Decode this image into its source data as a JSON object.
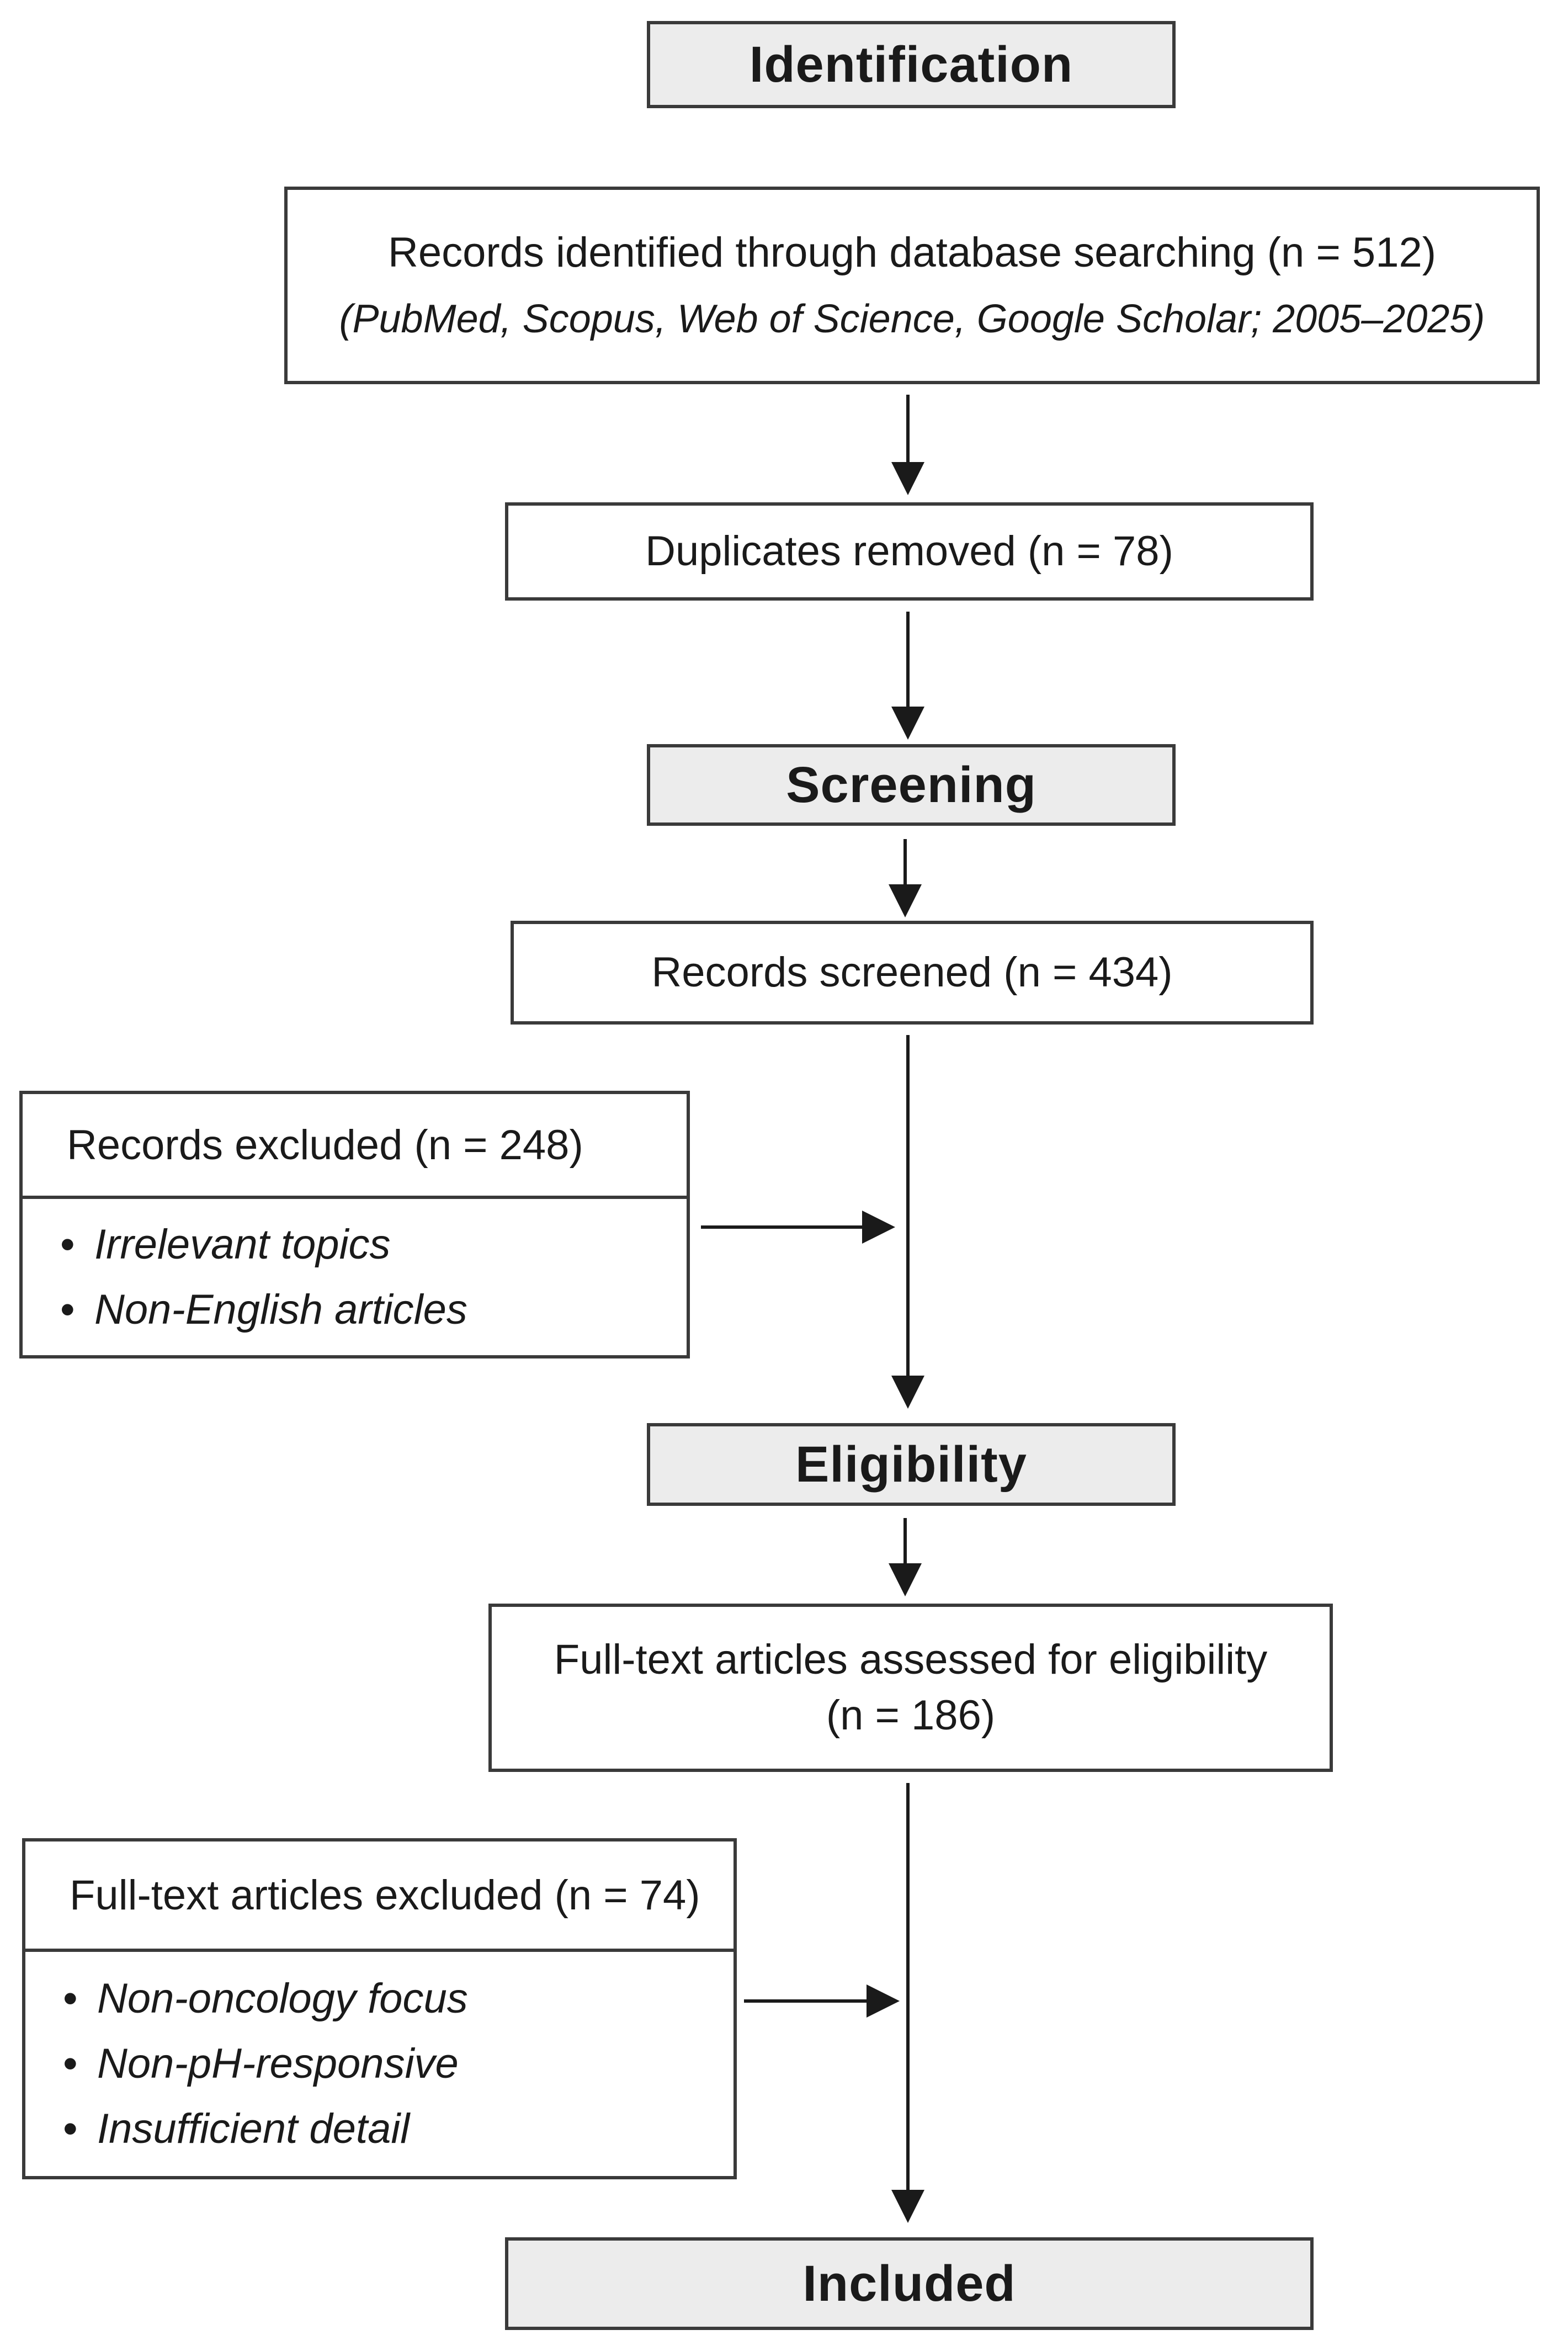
{
  "stages": {
    "identification": "Identification",
    "screening": "Screening",
    "eligibility": "Eligibility",
    "included": "Included"
  },
  "records_identified": {
    "text": "Records identified through database searching (n = 512)",
    "sources": "(PubMed, Scopus, Web of Science, Google Scholar; 2005–2025)"
  },
  "duplicates_removed": "Duplicates removed (n = 78)",
  "records_screened": "Records screened (n = 434)",
  "records_excluded": {
    "title": "Records excluded (n = 248)",
    "reasons": [
      "Irrelevant topics",
      "Non-English articles"
    ]
  },
  "fulltext_assessed": {
    "line1": "Full-text articles assessed for eligibility",
    "line2": "(n = 186)"
  },
  "fulltext_excluded": {
    "title": "Full-text articles excluded (n = 74)",
    "reasons": [
      "Non-oncology focus",
      "Non-pH-responsive",
      "Insufficient detail"
    ]
  },
  "bullet": "•"
}
